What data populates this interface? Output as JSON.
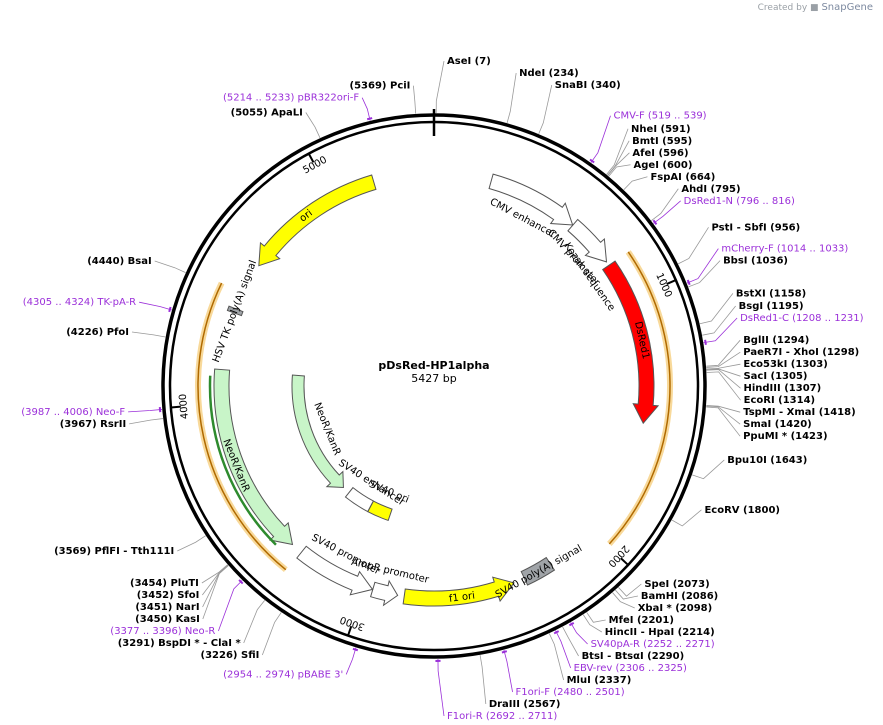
{
  "credit": {
    "prefix": "Created by",
    "brand": "SnapGene",
    "icon": "snapgene-logo-icon"
  },
  "plasmid": {
    "name": "pDsRed-HP1alpha",
    "length_label": "5427 bp",
    "length": 5427
  },
  "colors": {
    "enzyme": "#000000",
    "primer": "#9b30d9",
    "dsred": "#ff0000",
    "ori": "#ffff00",
    "neo": "#c8f5c8",
    "orange": "#f5a623"
  },
  "ticks": [
    "1000",
    "2000",
    "3000",
    "4000",
    "5000"
  ],
  "features": [
    {
      "name": "ori",
      "start": 4590,
      "end": 5179,
      "dir": -1,
      "fill": "#ffff00",
      "ring": 0
    },
    {
      "name": "CMV enhancer",
      "start": 235,
      "end": 614,
      "dir": 1,
      "fill": "#ffffff",
      "ring": 0
    },
    {
      "name": "CMV promoter",
      "start": 615,
      "end": 818,
      "dir": 1,
      "fill": "#ffffff",
      "ring": 0
    },
    {
      "name": "DsRed1",
      "start": 835,
      "end": 1509,
      "dir": 1,
      "fill": "#ff0000",
      "ring": 0
    },
    {
      "name": "SV40 poly(A) signal",
      "start": 2213,
      "end": 2334,
      "dir": 0,
      "fill": "#a0a4a8",
      "ring": 0
    },
    {
      "name": "f1 ori",
      "start": 2380,
      "end": 2835,
      "dir": -1,
      "fill": "#ffff00",
      "ring": 0
    },
    {
      "name": "AmpR promoter",
      "start": 2862,
      "end": 2966,
      "dir": -1,
      "fill": "#ffffff",
      "ring": 0
    },
    {
      "name": "SV40 promoter",
      "start": 2967,
      "end": 3295,
      "dir": -1,
      "fill": "#ffffff",
      "ring": 0
    },
    {
      "name": "NeoR/KanR",
      "start": 3343,
      "end": 4137,
      "dir": -1,
      "fill": "#c8f5c8",
      "ring": 0
    },
    {
      "name": "HSV TK poly(A) signal",
      "start": 4373,
      "end": 4391,
      "dir": 0,
      "fill": "#a0a4a8",
      "ring": 0
    },
    {
      "name": "SV40 ori",
      "start": 2997,
      "end": 3132,
      "dir": 0,
      "fill": "#ffff00",
      "ring": 1
    },
    {
      "name": "SV40 enhancer",
      "start": 3133,
      "end": 3295,
      "dir": 0,
      "fill": "#ffffff",
      "ring": 1
    },
    {
      "name": "NeoR/KanR",
      "start": 3343,
      "end": 4137,
      "dir": -1,
      "fill": "#c8f5c8",
      "ring": 1
    }
  ],
  "feature_labels": [
    {
      "text": "ori",
      "pos": 4870
    },
    {
      "text": "CMV enhancer",
      "pos": 420
    },
    {
      "text": "CMV promoter",
      "pos": 715
    },
    {
      "text": "Kozak sequence",
      "pos": 828
    },
    {
      "text": "DsRed1",
      "pos": 1170
    },
    {
      "text": "SV40 poly(A) signal",
      "pos": 2270
    },
    {
      "text": "f1 ori",
      "pos": 2600
    },
    {
      "text": "AmpR promoter",
      "pos": 2915
    },
    {
      "text": "SV40 promoter",
      "pos": 3130
    },
    {
      "text": "SV40 ori",
      "pos": 3060
    },
    {
      "text": "SV40 enhancer",
      "pos": 3210
    },
    {
      "text": "NeoR/KanR",
      "pos": 3740
    },
    {
      "text": "NeoR/KanR",
      "pos": 3740
    },
    {
      "text": "HSV TK poly(A) signal",
      "pos": 4380
    }
  ],
  "orange_arcs": [
    {
      "start": 835,
      "end": 1990,
      "dir": 1
    },
    {
      "start": 3300,
      "end": 4460,
      "dir": -1
    }
  ],
  "green_arc": {
    "start": 3390,
    "end": 4110
  },
  "labels": [
    {
      "kind": "enzyme",
      "text": "(5369)  PciI",
      "pos": 5369
    },
    {
      "kind": "enzyme",
      "text": "AseI  (7)",
      "pos": 7
    },
    {
      "kind": "enzyme",
      "text": "NdeI  (234)",
      "pos": 234
    },
    {
      "kind": "enzyme",
      "text": "SnaBI  (340)",
      "pos": 340
    },
    {
      "kind": "primer",
      "text": "CMV-F  (519 .. 539)",
      "pos": 529
    },
    {
      "kind": "enzyme",
      "text": "NheI  (591)",
      "pos": 591
    },
    {
      "kind": "enzyme",
      "text": "BmtI  (595)",
      "pos": 595
    },
    {
      "kind": "enzyme",
      "text": "AfeI  (596)",
      "pos": 596
    },
    {
      "kind": "enzyme",
      "text": "AgeI  (600)",
      "pos": 600
    },
    {
      "kind": "enzyme",
      "text": "FspAI  (664)",
      "pos": 664
    },
    {
      "kind": "enzyme",
      "text": "AhdI  (795)",
      "pos": 795
    },
    {
      "kind": "primer",
      "text": "DsRed1-N  (796 .. 816)",
      "pos": 806
    },
    {
      "kind": "enzyme",
      "text": "PstI  - SbfI  (956)",
      "pos": 956
    },
    {
      "kind": "primer",
      "text": "mCherry-F  (1014 .. 1033)",
      "pos": 1023
    },
    {
      "kind": "enzyme",
      "text": "BbsI  (1036)",
      "pos": 1036
    },
    {
      "kind": "enzyme",
      "text": "BstXI  (1158)",
      "pos": 1158
    },
    {
      "kind": "enzyme",
      "text": "BsgI  (1195)",
      "pos": 1195
    },
    {
      "kind": "primer",
      "text": "DsRed1-C  (1208 .. 1231)",
      "pos": 1219
    },
    {
      "kind": "enzyme",
      "text": "BglII  (1294)",
      "pos": 1294
    },
    {
      "kind": "enzyme",
      "text": "PaeR7I  - XhoI  (1298)",
      "pos": 1298
    },
    {
      "kind": "enzyme",
      "text": "Eco53kI  (1303)",
      "pos": 1303
    },
    {
      "kind": "enzyme",
      "text": "SacI  (1305)",
      "pos": 1305
    },
    {
      "kind": "enzyme",
      "text": "HindIII  (1307)",
      "pos": 1307
    },
    {
      "kind": "enzyme",
      "text": "EcoRI  (1314)",
      "pos": 1314
    },
    {
      "kind": "enzyme",
      "text": "TspMI  - XmaI  (1418)",
      "pos": 1418
    },
    {
      "kind": "enzyme",
      "text": "SmaI  (1420)",
      "pos": 1420
    },
    {
      "kind": "enzyme",
      "text": "PpuMI *  (1423)",
      "pos": 1423
    },
    {
      "kind": "enzyme",
      "text": "Bpu10I  (1643)",
      "pos": 1643
    },
    {
      "kind": "enzyme",
      "text": "EcoRV  (1800)",
      "pos": 1800
    },
    {
      "kind": "enzyme",
      "text": "SpeI  (2073)",
      "pos": 2073
    },
    {
      "kind": "enzyme",
      "text": "BamHI  (2086)",
      "pos": 2086
    },
    {
      "kind": "enzyme",
      "text": "XbaI *  (2098)",
      "pos": 2098
    },
    {
      "kind": "enzyme",
      "text": "MfeI  (2201)",
      "pos": 2201
    },
    {
      "kind": "enzyme",
      "text": "HincII  - HpaI  (2214)",
      "pos": 2214
    },
    {
      "kind": "primer",
      "text": "SV40pA-R  (2252 .. 2271)",
      "pos": 2261
    },
    {
      "kind": "enzyme",
      "text": "BtsI  - BtsαI  (2290)",
      "pos": 2290
    },
    {
      "kind": "primer",
      "text": "EBV-rev  (2306 .. 2325)",
      "pos": 2315
    },
    {
      "kind": "enzyme",
      "text": "MluI  (2337)",
      "pos": 2337
    },
    {
      "kind": "primer",
      "text": "F1ori-F  (2480 .. 2501)",
      "pos": 2490
    },
    {
      "kind": "enzyme",
      "text": "DraIII  (2567)",
      "pos": 2567
    },
    {
      "kind": "primer",
      "text": "F1ori-R  (2692 .. 2711)",
      "pos": 2701
    },
    {
      "kind": "primer",
      "text": "(2954 .. 2974)  pBABE 3'",
      "pos": 2964
    },
    {
      "kind": "enzyme",
      "text": "(3226)  SfiI",
      "pos": 3226
    },
    {
      "kind": "enzyme",
      "text": "(3291)  BspDI *  - ClaI *",
      "pos": 3291
    },
    {
      "kind": "primer",
      "text": "(3377 .. 3396)  Neo-R",
      "pos": 3386
    },
    {
      "kind": "enzyme",
      "text": "(3450)  KasI",
      "pos": 3450
    },
    {
      "kind": "enzyme",
      "text": "(3451)  NarI",
      "pos": 3451
    },
    {
      "kind": "enzyme",
      "text": "(3452)  SfoI",
      "pos": 3452
    },
    {
      "kind": "enzyme",
      "text": "(3454)  PluTI",
      "pos": 3454
    },
    {
      "kind": "enzyme",
      "text": "(3569)  PflFI  - Tth111I",
      "pos": 3569
    },
    {
      "kind": "enzyme",
      "text": "(3967)  RsrII",
      "pos": 3967
    },
    {
      "kind": "primer",
      "text": "(3987 .. 4006)  Neo-F",
      "pos": 3996
    },
    {
      "kind": "enzyme",
      "text": "(4226)  PfoI",
      "pos": 4226
    },
    {
      "kind": "primer",
      "text": "(4305 .. 4324)  TK-pA-R",
      "pos": 4314
    },
    {
      "kind": "enzyme",
      "text": "(4440)  BsaI",
      "pos": 4440
    },
    {
      "kind": "enzyme",
      "text": "(5055)  ApaLI",
      "pos": 5055
    },
    {
      "kind": "primer",
      "text": "(5214 .. 5233)  pBR322ori-F",
      "pos": 5223
    }
  ]
}
